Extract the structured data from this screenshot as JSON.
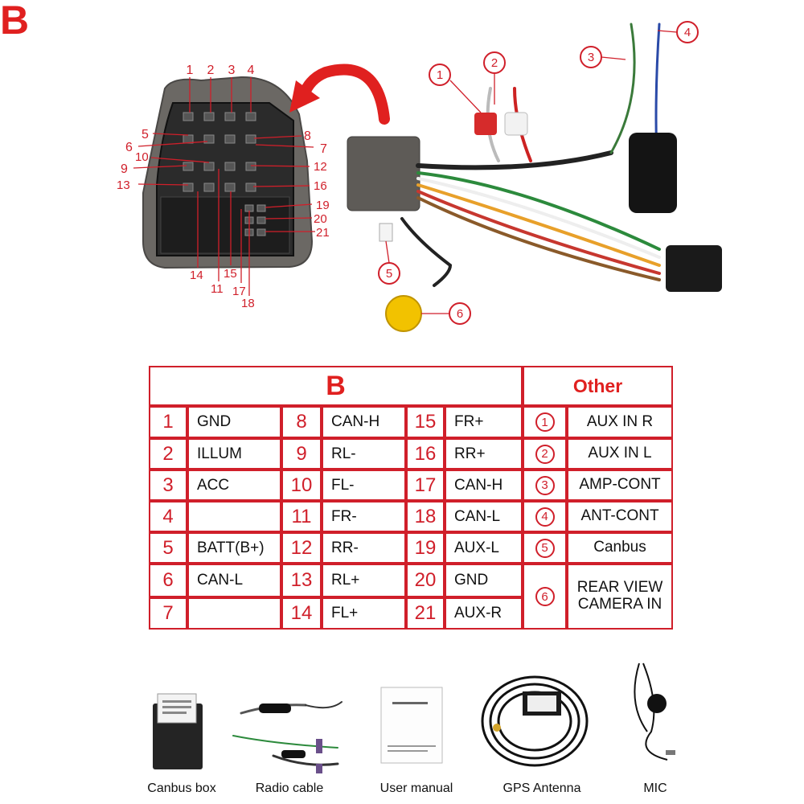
{
  "diagram": {
    "title": "B",
    "pin_numbers": [
      "1",
      "2",
      "3",
      "4",
      "5",
      "6",
      "7",
      "8",
      "9",
      "10",
      "11",
      "12",
      "13",
      "14",
      "15",
      "16",
      "17",
      "18",
      "19",
      "20",
      "21"
    ],
    "callouts": [
      "1",
      "2",
      "3",
      "4",
      "5",
      "6"
    ]
  },
  "table": {
    "header_b": "B",
    "header_other": "Other",
    "columns": [
      [
        {
          "num": "1",
          "label": "GND"
        },
        {
          "num": "2",
          "label": "ILLUM"
        },
        {
          "num": "3",
          "label": "ACC"
        },
        {
          "num": "4",
          "label": ""
        },
        {
          "num": "5",
          "label": "BATT(B+)"
        },
        {
          "num": "6",
          "label": "CAN-L"
        },
        {
          "num": "7",
          "label": ""
        }
      ],
      [
        {
          "num": "8",
          "label": "CAN-H"
        },
        {
          "num": "9",
          "label": "RL-"
        },
        {
          "num": "10",
          "label": "FL-"
        },
        {
          "num": "11",
          "label": "FR-"
        },
        {
          "num": "12",
          "label": "RR-"
        },
        {
          "num": "13",
          "label": "RL+"
        },
        {
          "num": "14",
          "label": "FL+"
        }
      ],
      [
        {
          "num": "15",
          "label": "FR+"
        },
        {
          "num": "16",
          "label": "RR+"
        },
        {
          "num": "17",
          "label": "CAN-H"
        },
        {
          "num": "18",
          "label": "CAN-L"
        },
        {
          "num": "19",
          "label": "AUX-L"
        },
        {
          "num": "20",
          "label": "GND"
        },
        {
          "num": "21",
          "label": "AUX-R"
        }
      ]
    ],
    "other": [
      {
        "num": "1",
        "label": "AUX IN R"
      },
      {
        "num": "2",
        "label": "AUX IN L"
      },
      {
        "num": "3",
        "label": "AMP-CONT"
      },
      {
        "num": "4",
        "label": "ANT-CONT"
      },
      {
        "num": "5",
        "label": "Canbus"
      },
      {
        "num": "6",
        "label": "REAR VIEW CAMERA IN"
      }
    ]
  },
  "accessories": [
    {
      "label": "Canbus box"
    },
    {
      "label": "Radio cable"
    },
    {
      "label": "User manual"
    },
    {
      "label": "GPS Antenna"
    },
    {
      "label": "MIC"
    }
  ],
  "colors": {
    "accent": "#e0201f",
    "table_border": "#d01f2a",
    "foam": "#6b6864"
  }
}
